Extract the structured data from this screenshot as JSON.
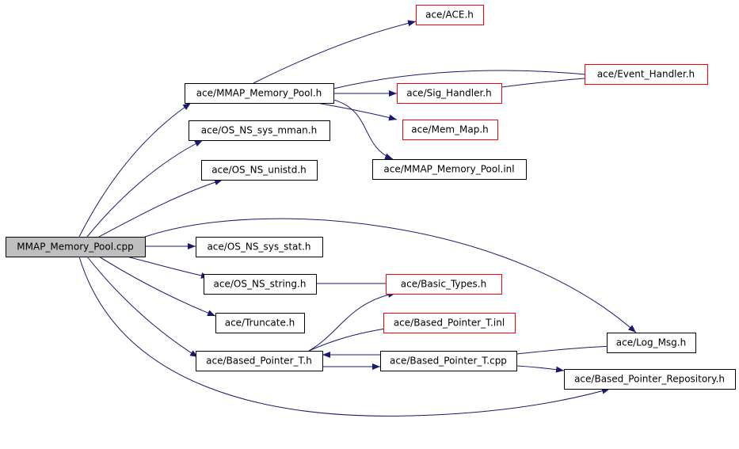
{
  "colors": {
    "edge": "#191970",
    "root_fill": "#bfbfbf",
    "border_default": "#000000",
    "border_truncated": "#ff0000"
  },
  "nodes": [
    {
      "id": "root",
      "label": "MMAP_Memory_Pool.cpp",
      "style": "root"
    },
    {
      "id": "mmap_h",
      "label": "ace/MMAP_Memory_Pool.h",
      "style": "normal"
    },
    {
      "id": "ace_h",
      "label": "ace/ACE.h",
      "style": "truncated"
    },
    {
      "id": "event_handler",
      "label": "ace/Event_Handler.h",
      "style": "truncated"
    },
    {
      "id": "sig_handler",
      "label": "ace/Sig_Handler.h",
      "style": "truncated"
    },
    {
      "id": "mem_map",
      "label": "ace/Mem_Map.h",
      "style": "truncated"
    },
    {
      "id": "mmap_inl",
      "label": "ace/MMAP_Memory_Pool.inl",
      "style": "normal"
    },
    {
      "id": "os_mman",
      "label": "ace/OS_NS_sys_mman.h",
      "style": "normal"
    },
    {
      "id": "os_unistd",
      "label": "ace/OS_NS_unistd.h",
      "style": "normal"
    },
    {
      "id": "os_stat",
      "label": "ace/OS_NS_sys_stat.h",
      "style": "normal"
    },
    {
      "id": "os_string",
      "label": "ace/OS_NS_string.h",
      "style": "normal"
    },
    {
      "id": "basic_types",
      "label": "ace/Basic_Types.h",
      "style": "truncated"
    },
    {
      "id": "truncate",
      "label": "ace/Truncate.h",
      "style": "normal"
    },
    {
      "id": "based_inl",
      "label": "ace/Based_Pointer_T.inl",
      "style": "truncated"
    },
    {
      "id": "based_h",
      "label": "ace/Based_Pointer_T.h",
      "style": "normal"
    },
    {
      "id": "based_cpp",
      "label": "ace/Based_Pointer_T.cpp",
      "style": "normal"
    },
    {
      "id": "log_msg",
      "label": "ace/Log_Msg.h",
      "style": "normal"
    },
    {
      "id": "based_repo",
      "label": "ace/Based_Pointer_Repository.h",
      "style": "normal"
    }
  ],
  "edges": [
    {
      "from": "root",
      "to": "mmap_h"
    },
    {
      "from": "root",
      "to": "os_mman"
    },
    {
      "from": "root",
      "to": "os_unistd"
    },
    {
      "from": "root",
      "to": "os_stat"
    },
    {
      "from": "root",
      "to": "os_string"
    },
    {
      "from": "root",
      "to": "truncate"
    },
    {
      "from": "root",
      "to": "based_h"
    },
    {
      "from": "root",
      "to": "log_msg"
    },
    {
      "from": "root",
      "to": "based_repo"
    },
    {
      "from": "mmap_h",
      "to": "ace_h"
    },
    {
      "from": "mmap_h",
      "to": "event_handler"
    },
    {
      "from": "mmap_h",
      "to": "sig_handler"
    },
    {
      "from": "mmap_h",
      "to": "mem_map"
    },
    {
      "from": "mmap_h",
      "to": "mmap_inl"
    },
    {
      "from": "sig_handler",
      "to": "event_handler"
    },
    {
      "from": "os_string",
      "to": "basic_types"
    },
    {
      "from": "based_h",
      "to": "basic_types"
    },
    {
      "from": "based_h",
      "to": "based_inl"
    },
    {
      "from": "based_h",
      "to": "based_cpp"
    },
    {
      "from": "based_cpp",
      "to": "based_h"
    },
    {
      "from": "based_cpp",
      "to": "log_msg"
    },
    {
      "from": "based_cpp",
      "to": "based_repo"
    }
  ]
}
